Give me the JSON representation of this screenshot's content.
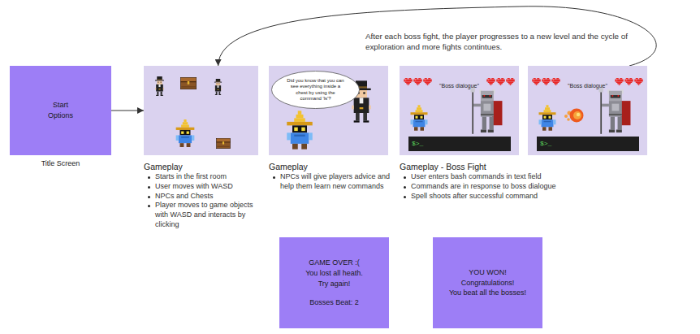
{
  "diagram": {
    "nodes": [
      {
        "text": [
          "Start",
          "Options",
          "Title Screen"
        ]
      },
      {
        "text": [
          "Gameplay",
          "Starts in the first room",
          "User moves with WASD",
          "NPCs and Chests",
          "Player moves to game objects with WASD and interacts by clicking"
        ]
      },
      {
        "text": [
          "Gameplay",
          "NPCs will give players advice and help them learn new commands"
        ]
      },
      {
        "text": [
          "Did you know that you can see everything inside a chest by using the command 'ls'?"
        ],
        "in": 2
      },
      {
        "text": [
          "\"Boss dialogue\"",
          "Gameplay - Boss Fight",
          "User enters bash commands in text field",
          "Commands are in response to boss dialogue",
          "Spell shoots after successful command"
        ]
      },
      {
        "text": [
          "$>_"
        ],
        "in": 4
      },
      {
        "text": [
          "\"Boss dialogue\""
        ]
      },
      {
        "text": [
          "$>_"
        ],
        "in": 6
      },
      {
        "text": [
          "GAME OVER :(",
          "You lost all heath.",
          "Try again!",
          "Bosses Beat: 2"
        ]
      },
      {
        "text": [
          "YOU WON!",
          "Congratulations!",
          "You beat all the bosses!"
        ]
      }
    ],
    "edges": [
      {
        "from": 0,
        "to": 1,
        "arrow": "to"
      },
      {
        "from": 6,
        "to": 1,
        "arrow": "to"
      }
    ],
    "labels": [
      "After each boss fight, the player progresses to a new level and the cycle of exploration and more fights contintues."
    ]
  }
}
